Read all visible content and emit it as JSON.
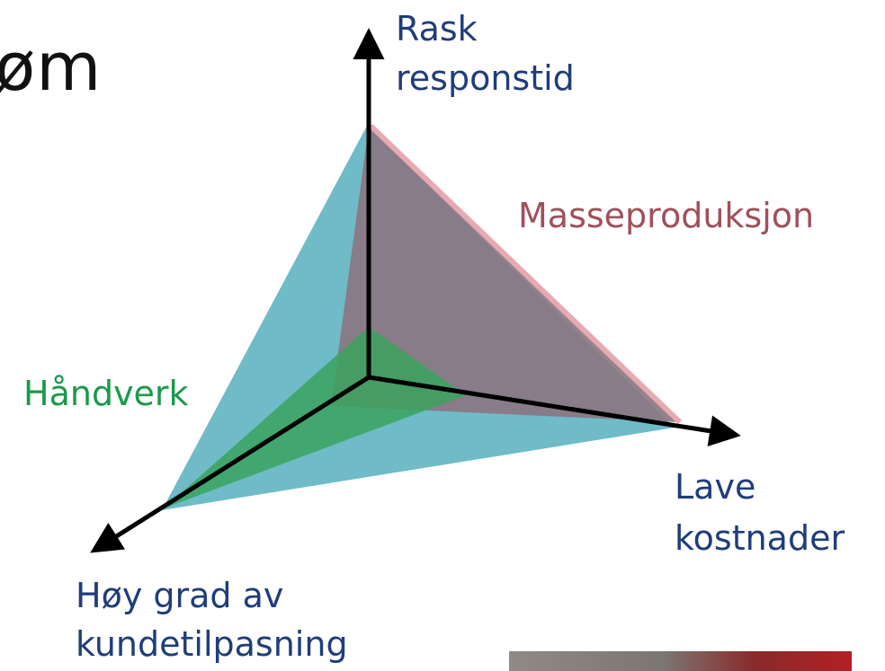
{
  "slide": {
    "partial_title": "øm"
  },
  "axes": {
    "response_time": [
      "Rask",
      "responstid"
    ],
    "low_cost": [
      "Lave",
      "kostnader"
    ],
    "customization": [
      "Høy grad av",
      "kundetilpasning"
    ]
  },
  "profiles": {
    "mass_production": {
      "label": "Masseproduksjon",
      "color": "#a0505a",
      "fill": "#8a6f7e"
    },
    "handcraft": {
      "label": "Håndverk",
      "color": "#1a9a4a",
      "fill": "#4aa56a"
    },
    "outer": {
      "fill": "#5fb4c2"
    }
  },
  "colors": {
    "axis_label": "#1f3d7a",
    "axis": "#000000"
  },
  "photo": {
    "name": "photo-thumbnail"
  }
}
